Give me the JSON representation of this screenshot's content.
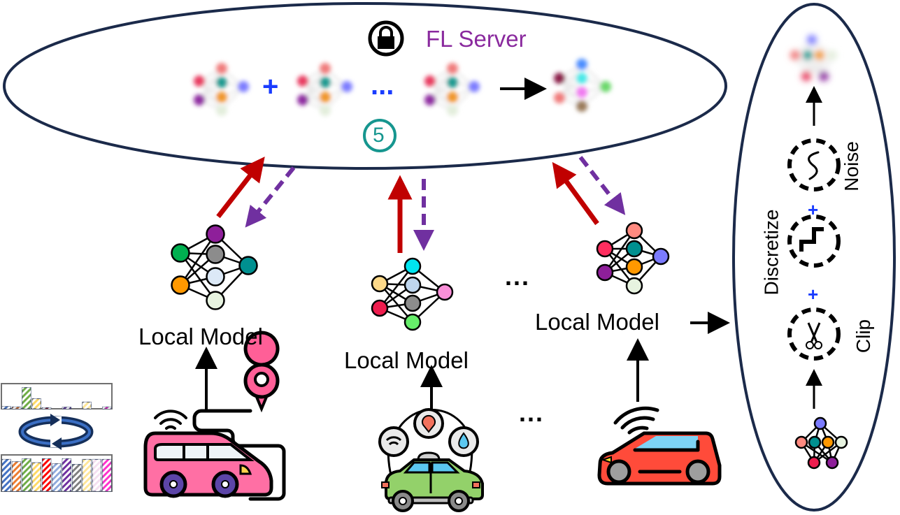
{
  "server": {
    "title": "FL Server",
    "step_badge": "5",
    "operator_plus": "+",
    "ellipsis": "...",
    "title_color": "#8a2a9e",
    "badge_color": "#16968f"
  },
  "clients": [
    {
      "label": "Local Model",
      "vehicle": "pink-minivan-with-route-icon"
    },
    {
      "label": "Local Model",
      "vehicle": "green-taxi-with-sensors-icon"
    },
    {
      "label": "Local Model",
      "vehicle": "red-connected-car-icon"
    }
  ],
  "between_clients_ellipsis": "...",
  "privacy_pipeline": {
    "steps": [
      {
        "label": "Clip",
        "icon": "scissors-icon"
      },
      {
        "label": "Discretize",
        "icon": "step-function-icon"
      },
      {
        "label": "Noise",
        "icon": "noise-curve-icon"
      }
    ],
    "operator_plus": "+"
  },
  "data_distribution": {
    "non_iid_colors": [
      "#4472c4",
      "#ed7d31",
      "#70ad47",
      "#ffd966",
      "#c00000",
      "#8faadc",
      "#7030a0",
      "#7f7f7f",
      "#ffe699",
      "#f4dff0",
      "#ff33cc"
    ],
    "iid_colors": [
      "#4472c4",
      "#ed7d31",
      "#70ad47",
      "#ffd966",
      "#ff0000",
      "#8faadc",
      "#7030a0",
      "#7f7f7f",
      "#ffe699",
      "#f4dff0",
      "#ff33cc"
    ],
    "non_iid_values": [
      0.1,
      0.08,
      0.95,
      0.45,
      0.05,
      0.0,
      0.07,
      0.0,
      0.3,
      0.0,
      0.08
    ],
    "iid_values": [
      0.95,
      0.88,
      0.97,
      0.85,
      0.97,
      0.82,
      0.97,
      0.8,
      0.95,
      0.95,
      0.95
    ]
  },
  "colors": {
    "upload_arrow": "#c00000",
    "download_arrow": "#7030a0",
    "ellipse_stroke": "#1b2a4a",
    "plus": "#1a3cff"
  }
}
